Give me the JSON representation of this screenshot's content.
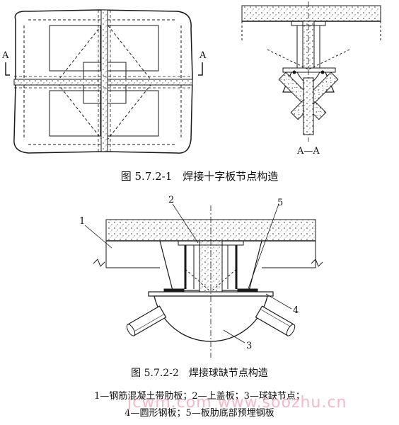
{
  "figure1": {
    "caption": "图 5.7.2-1　焊接十字板节点构造",
    "section_mark_left": "A",
    "section_mark_right": "A",
    "section_title": "A—A"
  },
  "figure2": {
    "caption": "图 5.7.2-2　焊接球缺节点构造",
    "labels": {
      "l1": "1",
      "l2": "2",
      "l3": "3",
      "l4": "4",
      "l5": "5"
    },
    "legend_line1": "1—钢筋混凝土带肋板；2—上盖板；3—球缺节点；",
    "legend_line2": "4—圆形钢板；5—板肋底部预埋钢板"
  },
  "watermark": "jcwm.com www.soozhu.cn",
  "colors": {
    "ink": "#1a1a1a",
    "watermark": "#f3a0b4"
  }
}
